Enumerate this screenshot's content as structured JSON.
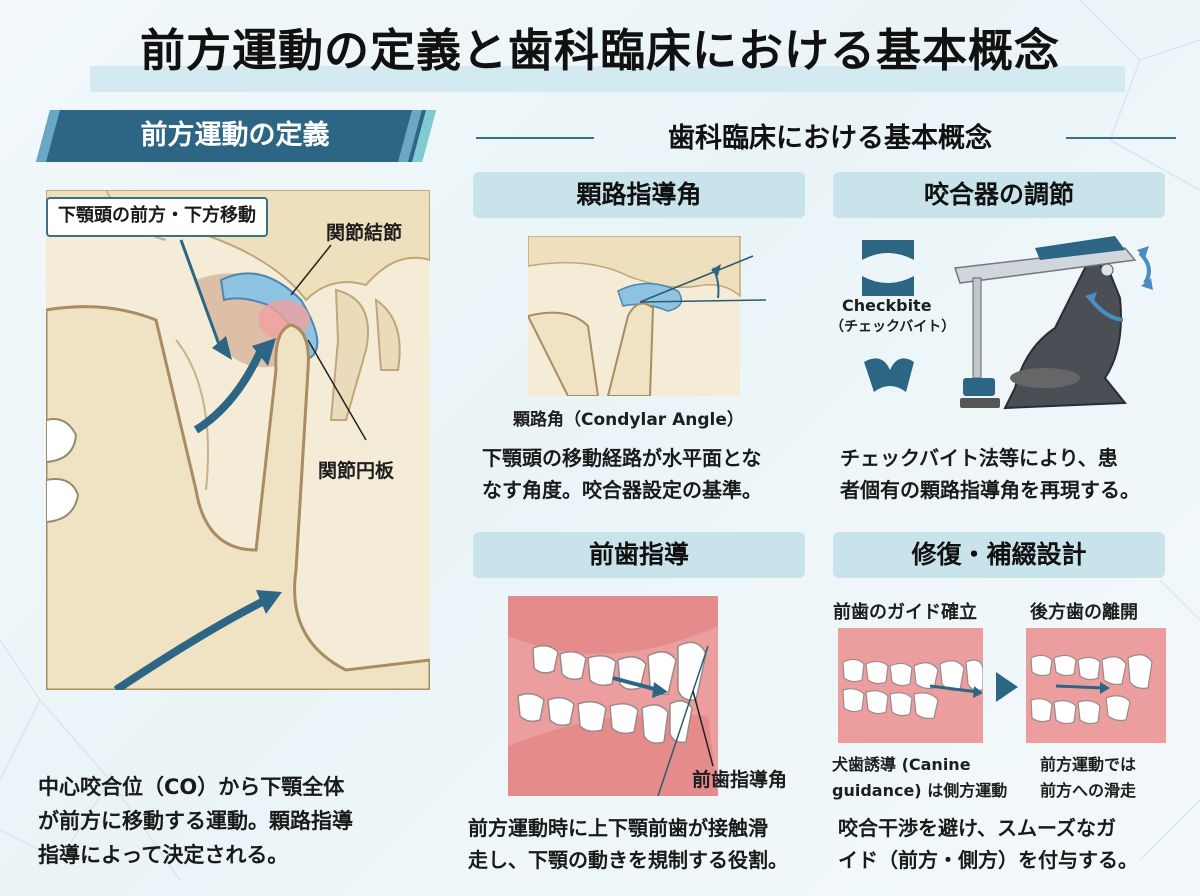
{
  "title": "前方運動の定義と歯科臨床における基本概念",
  "left": {
    "banner": "前方運動の定義",
    "callout": "下顎頭の前方・下方移動",
    "label_eminence": "関節結節",
    "label_disc": "関節円板",
    "description": [
      "中心咬合位（CO）から下顎全体",
      "が前方に移動する運動。顆路指導",
      "指導によって決定される。"
    ]
  },
  "right": {
    "title": "歯科臨床における基本概念",
    "condylar": {
      "heading": "顆路指導角",
      "caption": "顆路角（Condylar Angle）",
      "description": [
        "下顎頭の移動経路が水平面とな",
        "なす角度。咬合器設定の基準。"
      ]
    },
    "articulator": {
      "heading": "咬合器の調節",
      "checkbite_en": "Checkbite",
      "checkbite_jp": "（チェックバイト）",
      "description": [
        "チェックバイト法等により、患",
        "者個有の顆路指導角を再現する。"
      ]
    },
    "incisal": {
      "heading": "前歯指導",
      "angle_label": "前歯指導角",
      "description": [
        "前方運動時に上下顎前歯が接触滑",
        "走し、下顎の動きを規制する役割。"
      ]
    },
    "restoration": {
      "heading": "修復・補綴設計",
      "left_title": "前歯のガイド確立",
      "right_title": "後方歯の離開",
      "left_caption": [
        "犬歯誘導 (Canine",
        "guidance) は側方運動"
      ],
      "right_caption": [
        "前方運動では",
        "前方への滑走"
      ],
      "description": [
        "咬合干渉を避け、スムーズなガ",
        "イド（前方・側方）を付与する。"
      ]
    }
  },
  "colors": {
    "accent_blue": "#2d6585",
    "pill": "#c9e3ea",
    "bone": "#f0e3c4",
    "gum": "#ec9e9e",
    "disc": "#8ec3e2"
  }
}
